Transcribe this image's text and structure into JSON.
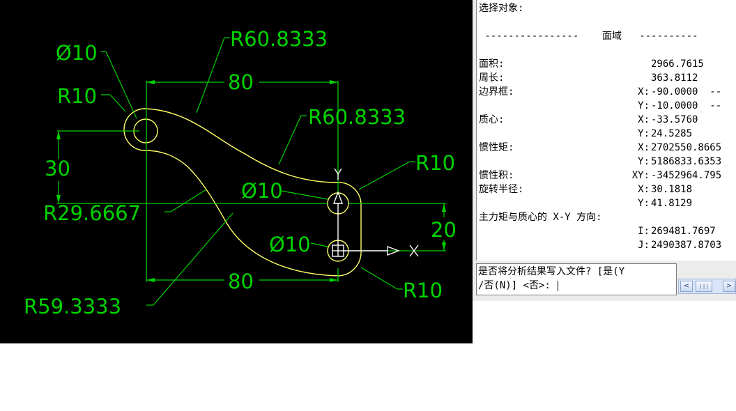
{
  "drawing": {
    "dims": {
      "d10_top": "Ø10",
      "r60_top": "R60.8333",
      "r10_left": "R10",
      "dim80_top": "80",
      "r60_mid": "R60.8333",
      "r10_right_top": "R10",
      "dim30": "30",
      "d10_mid": "Ø10",
      "r29": "R29.6667",
      "dim20": "20",
      "d10_bottom": "Ø10",
      "dim80_bottom": "80",
      "r10_right_bottom": "R10",
      "r59": "R59.3333"
    },
    "ucs_x_label": "X",
    "ucs_y_label": "Y"
  },
  "text_window": {
    "prompt_select": "选择对象:",
    "region_header": " ----------------    面域   ----------",
    "rows": [
      {
        "label": "面积:",
        "axis": "",
        "value": "2966.7615"
      },
      {
        "label": "周长:",
        "axis": "",
        "value": "363.8112"
      },
      {
        "label": "边界框:",
        "axis": "X:",
        "value": "-90.0000  --"
      },
      {
        "label": "",
        "axis": "Y:",
        "value": "-10.0000  --"
      },
      {
        "label": "质心:",
        "axis": "X:",
        "value": "-33.5760"
      },
      {
        "label": "",
        "axis": "Y:",
        "value": "24.5285"
      },
      {
        "label": "惯性矩:",
        "axis": "X:",
        "value": "2702550.8665"
      },
      {
        "label": "",
        "axis": "Y:",
        "value": "5186833.6353"
      },
      {
        "label": "惯性积:",
        "axis": "XY:",
        "value": "-3452964.795"
      },
      {
        "label": "旋转半径:",
        "axis": "X:",
        "value": "30.1818"
      },
      {
        "label": "",
        "axis": "Y:",
        "value": "41.8129"
      },
      {
        "label": "主力矩与质心的 X-Y 方向:",
        "axis": "",
        "value": ""
      },
      {
        "label": "",
        "axis": "I:",
        "value": "269481.7697"
      },
      {
        "label": "",
        "axis": "J:",
        "value": "2490387.8703"
      }
    ],
    "command_line1": "是否将分析结果写入文件? [是(Y",
    "command_line2": "/否(N)] <否>: "
  },
  "scrollbar": {
    "left_arrow": "<",
    "thumb": "|||",
    "right_arrow": ">"
  }
}
